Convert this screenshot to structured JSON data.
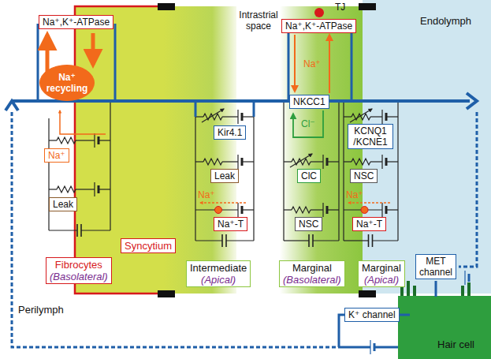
{
  "diagram": {
    "nodes": [
      {
        "text": [
          "Na⁺,K⁺-ATPase"
        ]
      },
      {
        "text": [
          "Na⁺ recycling"
        ]
      },
      {
        "text": [
          "Na⁺"
        ]
      },
      {
        "text": [
          "Leak"
        ]
      },
      {
        "text": [
          "Fibrocytes",
          "(Basolateral)"
        ]
      },
      {
        "text": [
          "Syncytium"
        ]
      },
      {
        "text": [
          "Kir4.1"
        ]
      },
      {
        "text": [
          "Leak"
        ]
      },
      {
        "text": [
          "Na⁺-T"
        ]
      },
      {
        "text": [
          "Intermediate",
          "(Apical)"
        ]
      },
      {
        "text": [
          "Na⁺,K⁺-ATPase"
        ]
      },
      {
        "text": [
          "NKCC1"
        ]
      },
      {
        "text": [
          "ClC"
        ]
      },
      {
        "text": [
          "NSC"
        ]
      },
      {
        "text": [
          "Marginal",
          "(Basolateral)"
        ]
      },
      {
        "text": [
          "KCNQ1 /KCNE1"
        ]
      },
      {
        "text": [
          "NSC"
        ]
      },
      {
        "text": [
          "Na⁺-T"
        ]
      },
      {
        "text": [
          "Marginal",
          "(Apical)"
        ]
      },
      {
        "text": [
          "MET channel"
        ]
      },
      {
        "text": [
          "K⁺ channel"
        ]
      },
      {
        "text": [
          "Hair cell"
        ]
      }
    ],
    "labels": [
      "Intrastrial space",
      "TJ",
      "Endolymph",
      "Na⁺",
      "Cl⁻",
      "Na⁺",
      "Na⁺",
      "Perilymph"
    ]
  }
}
